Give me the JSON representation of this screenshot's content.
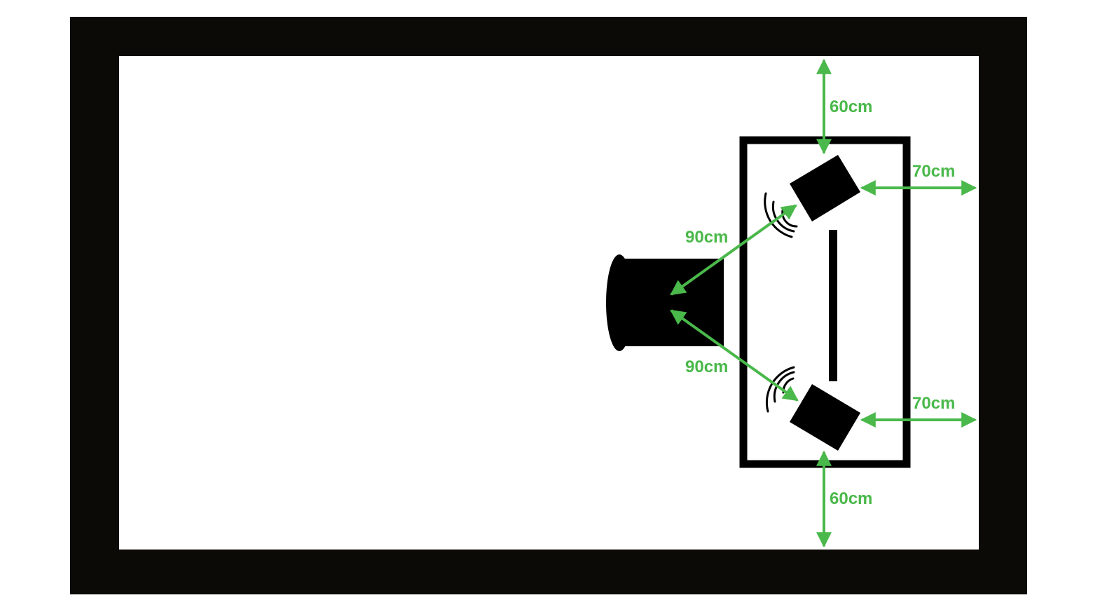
{
  "diagram": {
    "colors": {
      "walls": "#0b0a06",
      "room_floor": "#ffffff",
      "furniture": "#000000",
      "measure": "#4ab84a"
    },
    "labels": {
      "left_speaker_to_back_wall": "60cm",
      "left_speaker_to_side_wall": "70cm",
      "left_speaker_to_listener": "90cm",
      "right_speaker_to_listener": "90cm",
      "right_speaker_to_side_wall": "70cm",
      "right_speaker_to_back_wall": "60cm"
    },
    "icons": {
      "speaker": "speaker-icon",
      "sound_waves": "sound-waves-icon",
      "listener": "listening-chair-icon"
    }
  }
}
